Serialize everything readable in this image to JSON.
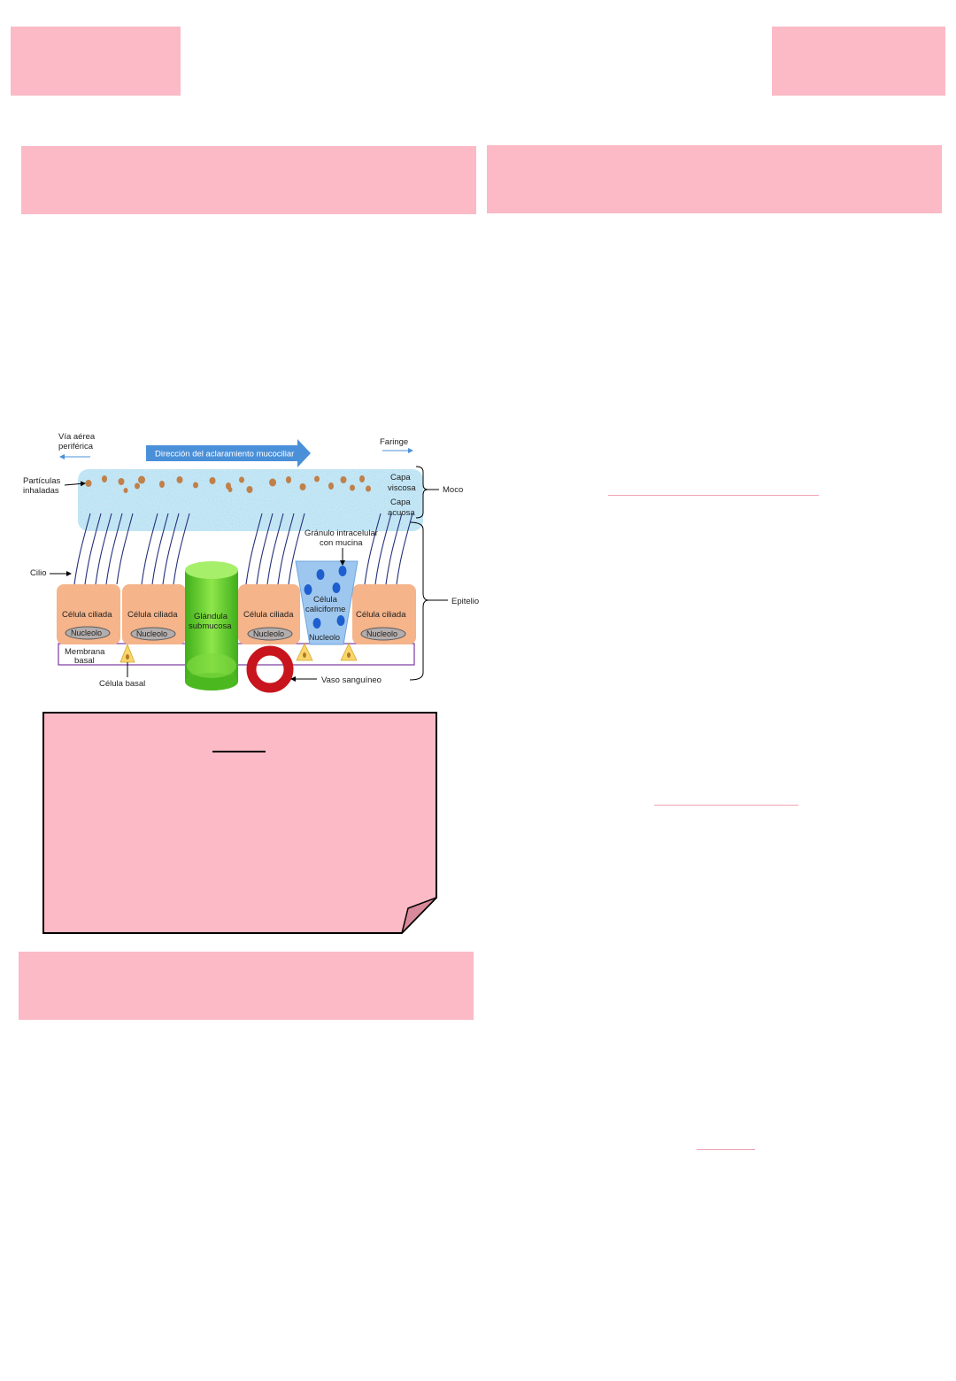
{
  "diagram": {
    "labels": {
      "peripheral_airway": [
        "Vía aérea",
        "periférica"
      ],
      "pharynx": "Faringe",
      "clearance_direction": "Dirección del aclaramiento mucociliar",
      "inhaled_particles": [
        "Partículas",
        "inhaladas"
      ],
      "viscous_layer": [
        "Capa",
        "viscosa"
      ],
      "aqueous_layer": [
        "Capa",
        "acuosa"
      ],
      "mucus": "Moco",
      "epithelium": "Epitelio",
      "cilium": "Cilio",
      "granule": [
        "Gránulo intracelular",
        "con mucina"
      ],
      "ciliated_cell": "Célula ciliada",
      "nucleolus": "Nucleolo",
      "goblet_cell": [
        "Célula",
        "caliciforme"
      ],
      "gland": [
        "Glándula",
        "submucosa"
      ],
      "basal_membrane": [
        "Membrana",
        "basal"
      ],
      "basal_cell": "Célula basal",
      "blood_vessel": "Vaso sanguíneo"
    },
    "colors": {
      "mucus": "#9fd3ea",
      "particle": "#c0804a",
      "cell": "#f5b48a",
      "nucleolus": "#b3adad",
      "gland": "#6fcf2f",
      "goblet": "#9ec7ef",
      "granule": "#1d5fcf",
      "vessel": "#c8141c",
      "basal_cell": "#f9d56b",
      "membrane": "#7a3aa0",
      "arrow": "#4a90d9"
    }
  }
}
